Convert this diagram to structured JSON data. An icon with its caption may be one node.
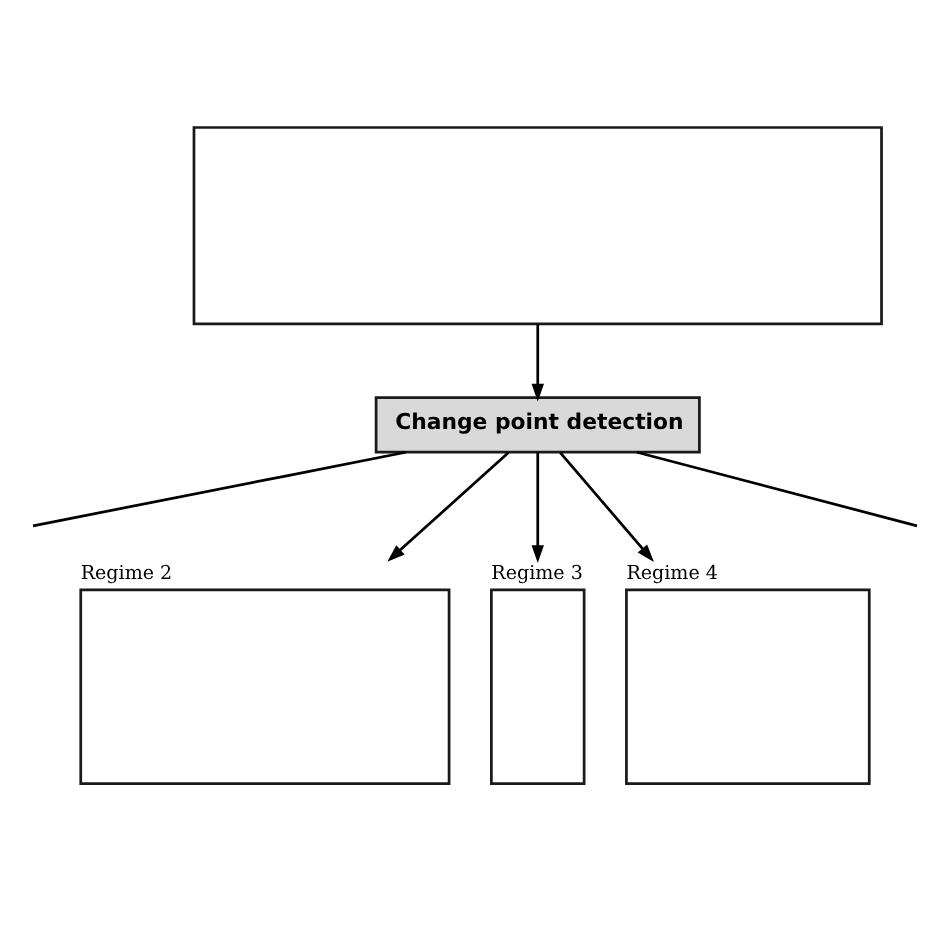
{
  "diagram": {
    "nodes": [
      {
        "text": [],
        "shape": "box"
      },
      {
        "text": [
          "Change point detection"
        ]
      },
      {
        "text": [
          "Regime 2"
        ]
      },
      {
        "text": [
          "Regime 3"
        ]
      },
      {
        "text": [
          "Regime 4"
        ]
      }
    ],
    "edges": [
      {
        "from": 0,
        "to": 1,
        "arrow": "to"
      },
      {
        "from": 1,
        "to": null,
        "arrow": "none"
      },
      {
        "from": 1,
        "to": 2,
        "arrow": "to"
      },
      {
        "from": 1,
        "to": 3,
        "arrow": "to"
      },
      {
        "from": 1,
        "to": 4,
        "arrow": "to"
      },
      {
        "from": 1,
        "to": null,
        "arrow": "none"
      }
    ]
  }
}
